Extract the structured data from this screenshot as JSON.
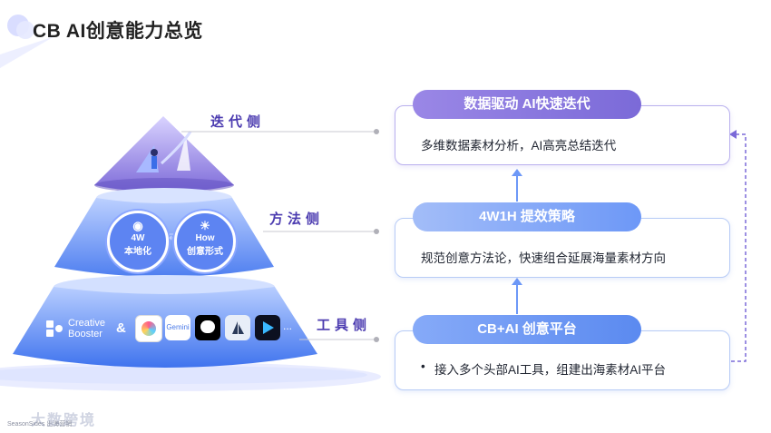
{
  "page": {
    "title": "CB AI创意能力总览"
  },
  "pyramid": {
    "levels": [
      {
        "label": "迭代侧"
      },
      {
        "label": "方法侧",
        "badges": [
          {
            "title": "4W",
            "subtitle": "本地化"
          },
          {
            "title": "How",
            "subtitle": "创意形式"
          }
        ]
      },
      {
        "label": "工具侧",
        "tools_prefix": [
          "Creative",
          "Booster"
        ],
        "amp": "&",
        "ellipsis": "...",
        "tool_icons": [
          "hailuo-icon",
          "gemini-icon",
          "panda-icon",
          "midjourney-icon",
          "play-arrow-icon"
        ],
        "gemini_text": "Gemini"
      }
    ]
  },
  "panels": [
    {
      "pill": "数据驱动 AI快速迭代",
      "text": "多维数据素材分析，AI高亮总结迭代"
    },
    {
      "pill": "4W1H 提效策略",
      "text": "规范创意方法论，快速组合延展海量素材方向"
    },
    {
      "pill": "CB+AI 创意平台",
      "bullet": "•",
      "text": "接入多个头部AI工具，组建出海素材AI平台"
    }
  ],
  "footer": {
    "watermark": "大数跨境",
    "source": "SeasonSides 出海营销"
  },
  "colors": {
    "accent": "#6a5cd8",
    "blue": "#5b8af0",
    "pill_top": "#8f7de2",
    "pill_mid": "#7fa3f5",
    "pill_bottom": "#6d98f7"
  }
}
